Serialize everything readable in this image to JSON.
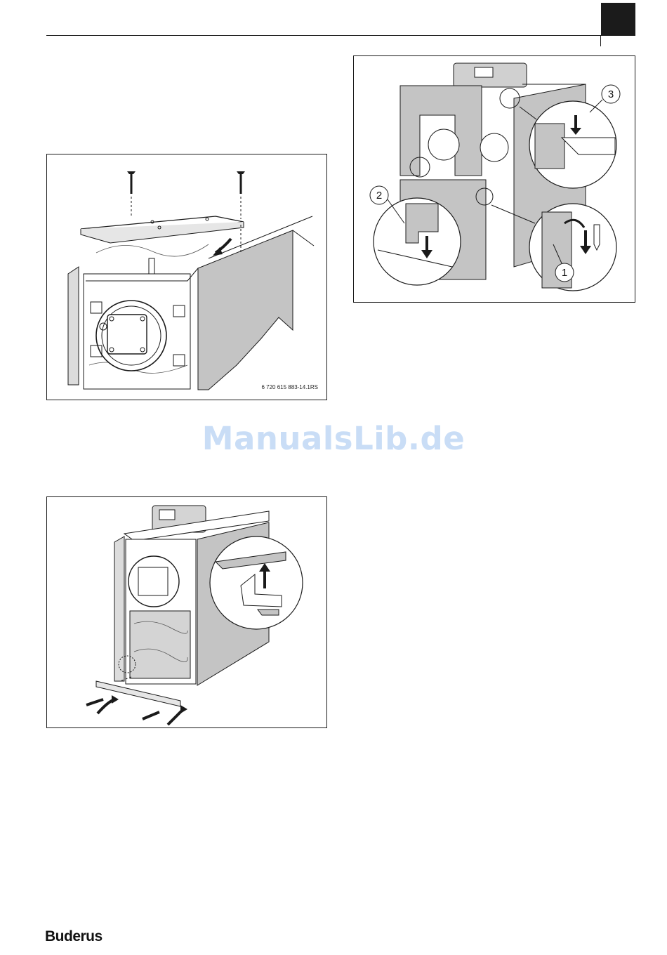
{
  "page": {
    "watermark": "ManualsLib.de",
    "brand": "Buderus"
  },
  "figures": {
    "top_left": {
      "code": "6 720 615 883-14.1RS"
    },
    "top_right": {
      "callouts": [
        "1",
        "2",
        "3"
      ]
    },
    "bottom_left": {}
  },
  "colors": {
    "panel_grey": "#c4c4c4",
    "ink": "#1a1a1a",
    "watermark": "#c9ddf6",
    "page_tab": "#1b1b1b"
  }
}
